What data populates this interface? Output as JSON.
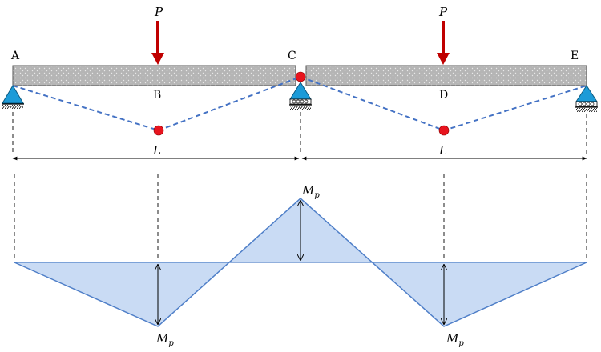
{
  "labels": {
    "support_a": "A",
    "point_b": "B",
    "hinge_c": "C",
    "point_d": "D",
    "support_e": "E"
  },
  "loads": {
    "left_load": "P",
    "right_load": "P"
  },
  "spans": {
    "left_span": "L",
    "right_span": "L"
  },
  "moments": {
    "top_moment_main": "M",
    "top_moment_sub": "p",
    "bottom_left_moment_main": "M",
    "bottom_left_moment_sub": "p",
    "bottom_right_moment_main": "M",
    "bottom_right_moment_sub": "p"
  },
  "colors": {
    "beam_fill": "#b8b8b8",
    "load_arrow": "#c00000",
    "hinge": "#e8141e",
    "support": "#1c9bd8",
    "dashed_line": "#4472c4",
    "diagram_fill": "#c9dbf4",
    "diagram_line": "#4f7fc8"
  }
}
